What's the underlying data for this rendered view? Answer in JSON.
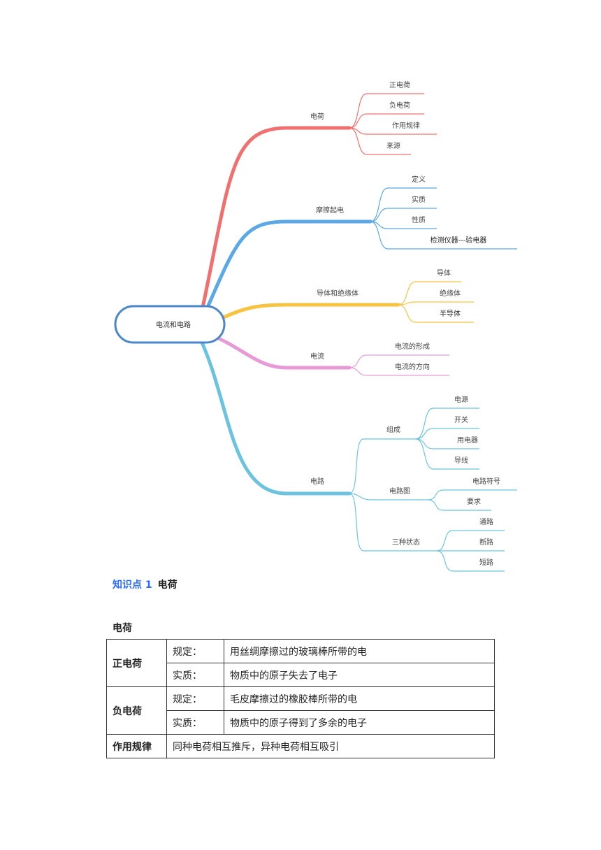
{
  "mindmap": {
    "root": "电流和电路",
    "branches": [
      {
        "label": "电荷",
        "color": "#f07070",
        "children": [
          "正电荷",
          "负电荷",
          "作用规律",
          "来源"
        ]
      },
      {
        "label": "摩擦起电",
        "color": "#5aa8e6",
        "children": [
          "定义",
          "实质",
          "性质",
          "检测仪器---验电器"
        ]
      },
      {
        "label": "导体和绝缘体",
        "color": "#f7c341",
        "children": [
          "导体",
          "绝缘体",
          "半导体"
        ]
      },
      {
        "label": "电流",
        "color": "#e89ad6",
        "children": [
          "电流的形成",
          "电流的方向"
        ]
      },
      {
        "label": "电路",
        "color": "#6cc3df",
        "children": [
          {
            "label": "组成",
            "children": [
              "电源",
              "开关",
              "用电器",
              "导线"
            ]
          },
          {
            "label": "电路图",
            "children": [
              "电路符号",
              "要求"
            ]
          },
          {
            "label": "三种状态",
            "children": [
              "通路",
              "断路",
              "短路"
            ]
          }
        ]
      }
    ],
    "root_border_color": "#4a86c8"
  },
  "heading": {
    "number": "知识点 1",
    "title": "电荷"
  },
  "subheading": "电荷",
  "table": {
    "rows": [
      {
        "category": "正电荷",
        "items": [
          {
            "label": "规定：",
            "text": "用丝绸摩擦过的玻璃棒所带的电"
          },
          {
            "label": "实质：",
            "text": "物质中的原子失去了电子"
          }
        ]
      },
      {
        "category": "负电荷",
        "items": [
          {
            "label": "规定：",
            "text": "毛皮摩擦过的橡胶棒所带的电"
          },
          {
            "label": "实质：",
            "text": "物质中的原子得到了多余的电子"
          }
        ]
      },
      {
        "category": "作用规律",
        "text": "同种电荷相互推斥，异种电荷相互吸引"
      }
    ]
  }
}
